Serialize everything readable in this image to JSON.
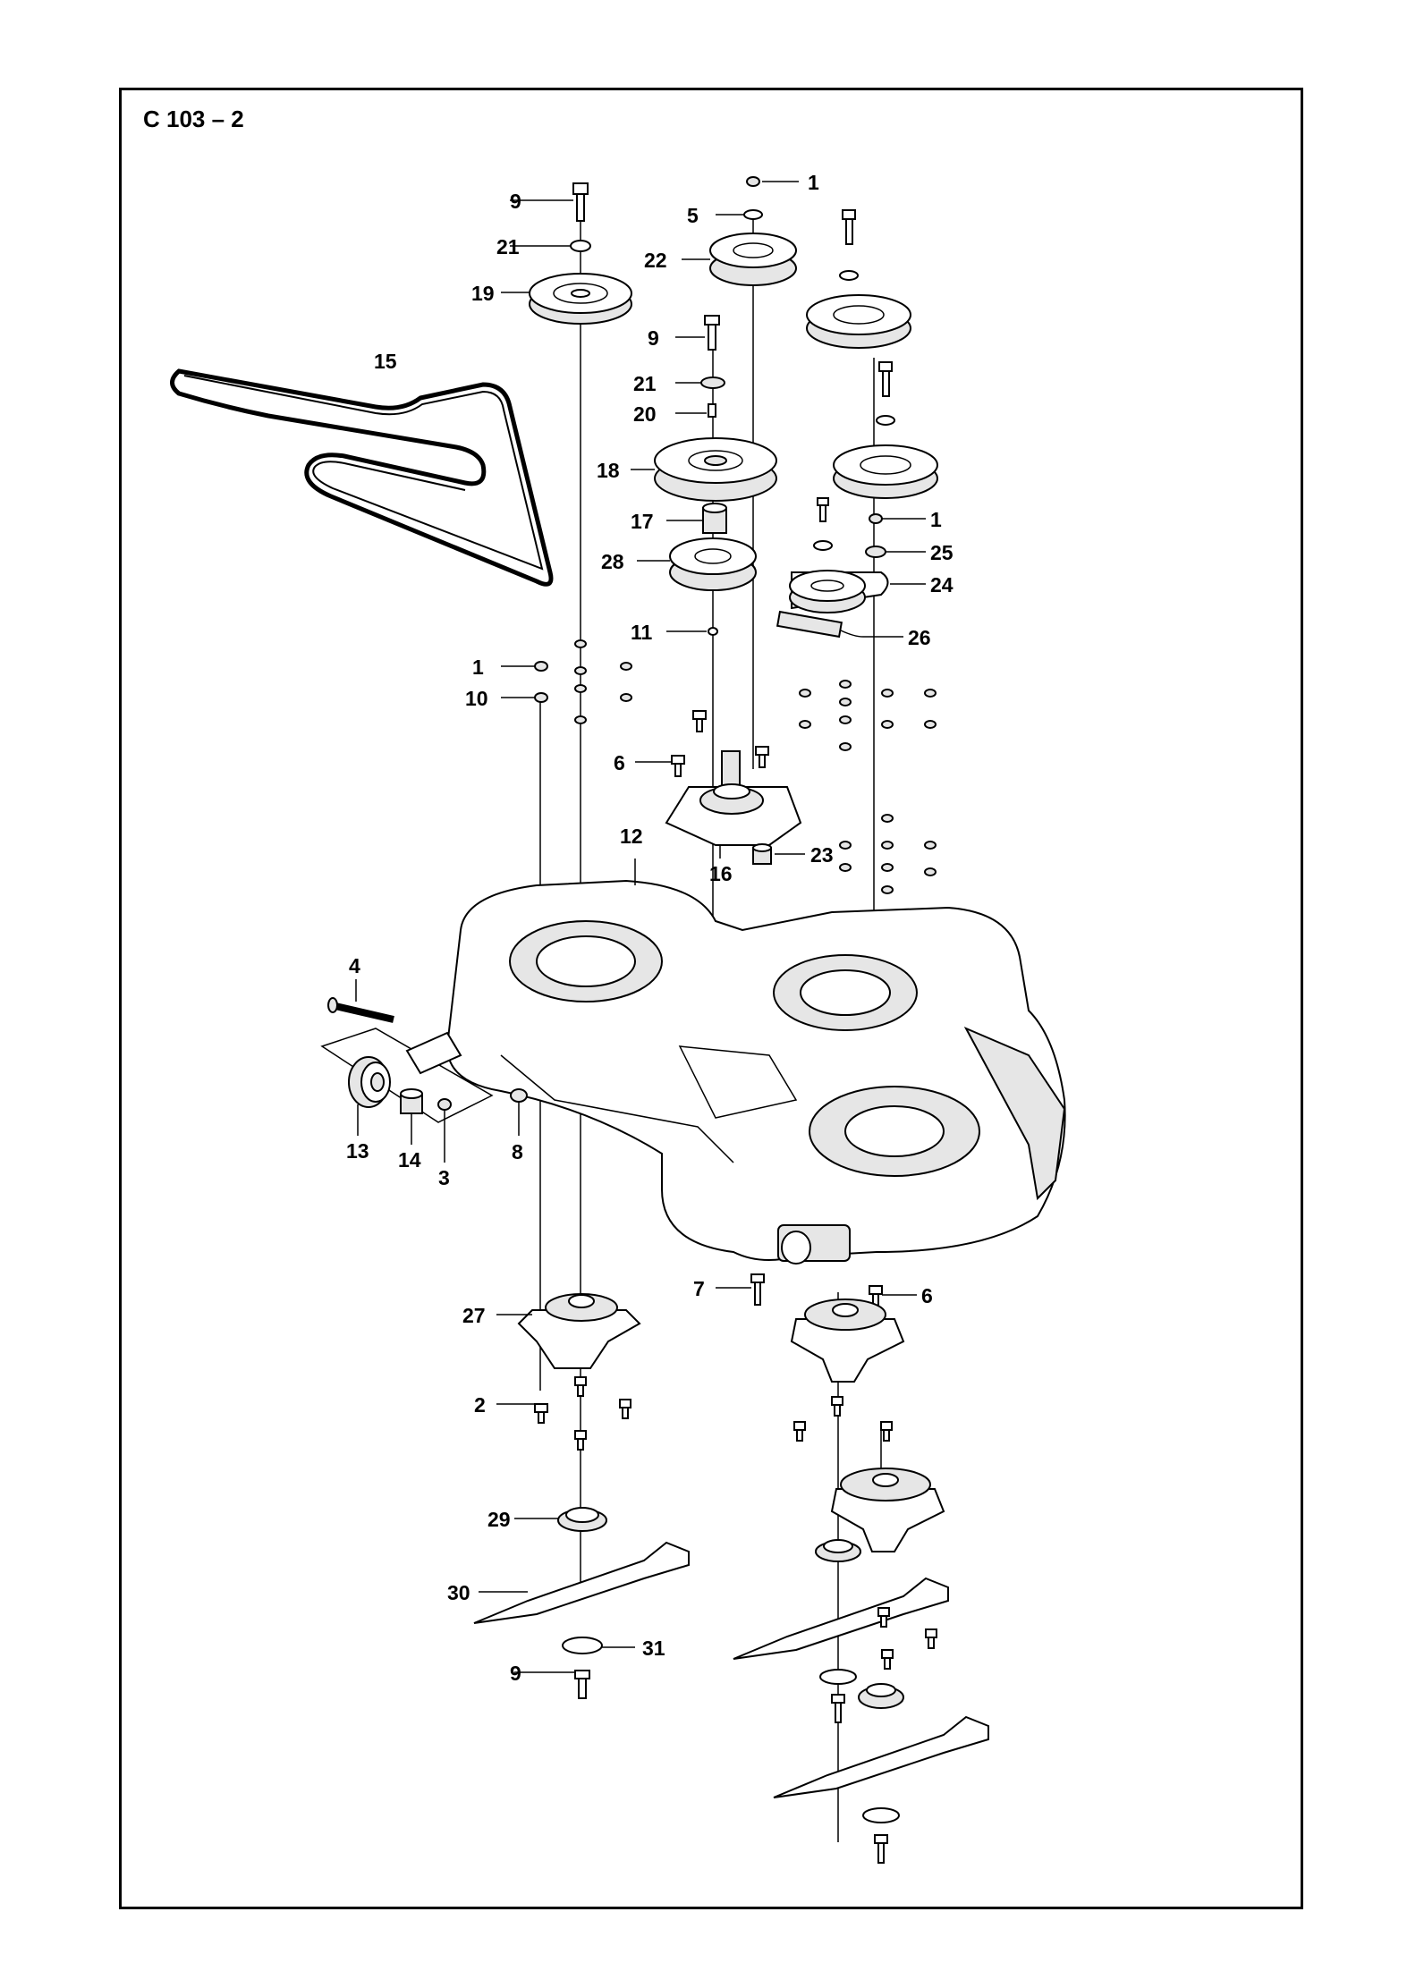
{
  "diagram": {
    "title": "C 103 – 2",
    "labels": [
      {
        "id": "l1a",
        "text": "1"
      },
      {
        "id": "l5",
        "text": "5"
      },
      {
        "id": "l9a",
        "text": "9"
      },
      {
        "id": "l21a",
        "text": "21"
      },
      {
        "id": "l22",
        "text": "22"
      },
      {
        "id": "l19",
        "text": "19"
      },
      {
        "id": "l15",
        "text": "15"
      },
      {
        "id": "l9b",
        "text": "9"
      },
      {
        "id": "l21b",
        "text": "21"
      },
      {
        "id": "l20",
        "text": "20"
      },
      {
        "id": "l18",
        "text": "18"
      },
      {
        "id": "l17",
        "text": "17"
      },
      {
        "id": "l1b",
        "text": "1"
      },
      {
        "id": "l25",
        "text": "25"
      },
      {
        "id": "l28",
        "text": "28"
      },
      {
        "id": "l24",
        "text": "24"
      },
      {
        "id": "l11",
        "text": "11"
      },
      {
        "id": "l26",
        "text": "26"
      },
      {
        "id": "l1c",
        "text": "1"
      },
      {
        "id": "l10",
        "text": "10"
      },
      {
        "id": "l6a",
        "text": "6"
      },
      {
        "id": "l12",
        "text": "12"
      },
      {
        "id": "l23",
        "text": "23"
      },
      {
        "id": "l16",
        "text": "16"
      },
      {
        "id": "l4",
        "text": "4"
      },
      {
        "id": "l13",
        "text": "13"
      },
      {
        "id": "l14",
        "text": "14"
      },
      {
        "id": "l3",
        "text": "3"
      },
      {
        "id": "l8",
        "text": "8"
      },
      {
        "id": "l7",
        "text": "7"
      },
      {
        "id": "l6b",
        "text": "6"
      },
      {
        "id": "l27",
        "text": "27"
      },
      {
        "id": "l2",
        "text": "2"
      },
      {
        "id": "l29",
        "text": "29"
      },
      {
        "id": "l30",
        "text": "30"
      },
      {
        "id": "l31",
        "text": "31"
      },
      {
        "id": "l9c",
        "text": "9"
      }
    ]
  }
}
